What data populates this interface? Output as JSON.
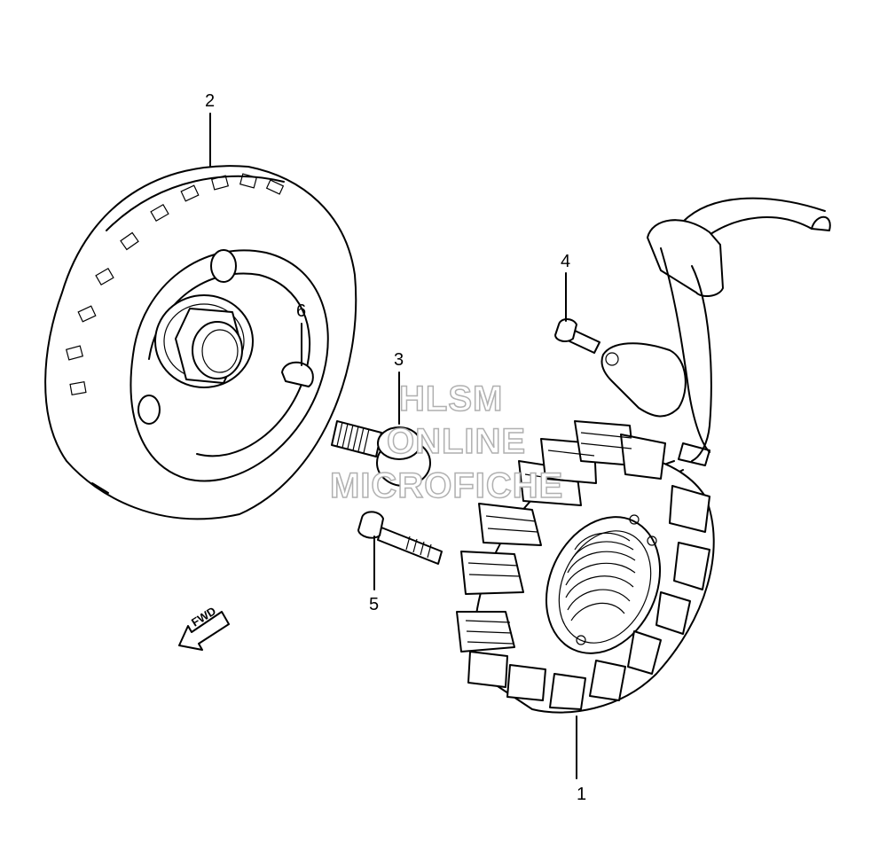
{
  "callouts": {
    "part_1": "1",
    "part_2": "2",
    "part_3": "3",
    "part_4": "4",
    "part_5": "5",
    "part_6": "6"
  },
  "direction_arrow": {
    "label": "FWD"
  },
  "watermark": {
    "line1": "HLSM",
    "line2": "ONLINE",
    "line3": "MICROFICHE"
  },
  "colors": {
    "ink": "#000000",
    "background": "#ffffff",
    "watermark": "#b0b0b0"
  }
}
